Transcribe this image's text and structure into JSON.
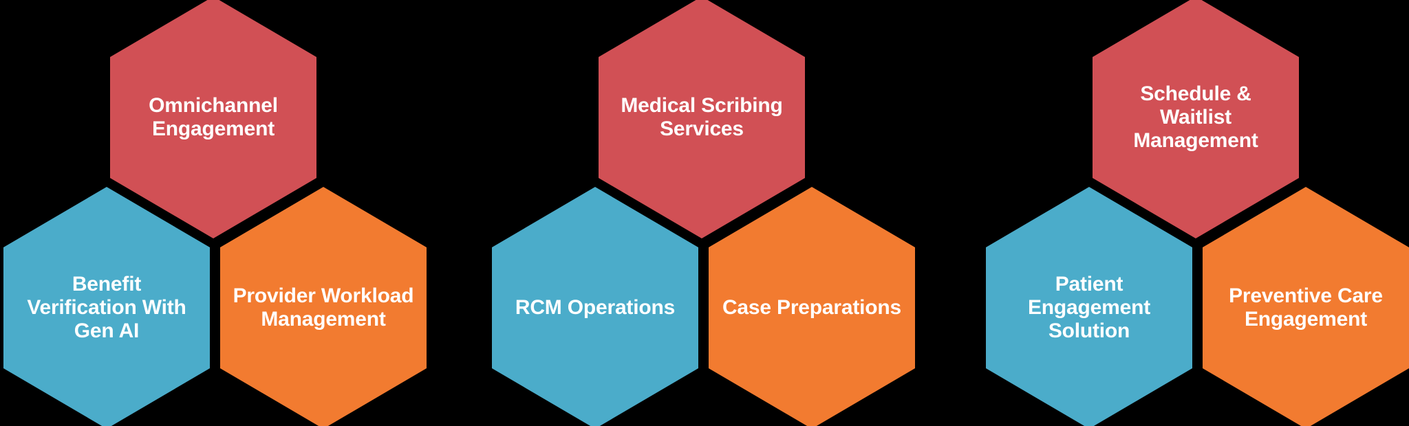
{
  "colors": {
    "background": "#000000",
    "red": "#D15055",
    "teal": "#4BACCA",
    "orange": "#F27B30",
    "label_text": "#FFFFFF"
  },
  "clusters": [
    {
      "top": {
        "label": "Omnichannel\nEngagement"
      },
      "bottom_left": {
        "label": "Benefit\nVerification With\nGen AI"
      },
      "bottom_right": {
        "label": "Provider Workload\nManagement"
      }
    },
    {
      "top": {
        "label": "Medical Scribing\nServices"
      },
      "bottom_left": {
        "label": "RCM Operations"
      },
      "bottom_right": {
        "label": "Case Preparations"
      }
    },
    {
      "top": {
        "label": "Schedule &\nWaitlist\nManagement"
      },
      "bottom_left": {
        "label": "Patient\nEngagement\nSolution"
      },
      "bottom_right": {
        "label": "Preventive Care\nEngagement"
      }
    }
  ]
}
